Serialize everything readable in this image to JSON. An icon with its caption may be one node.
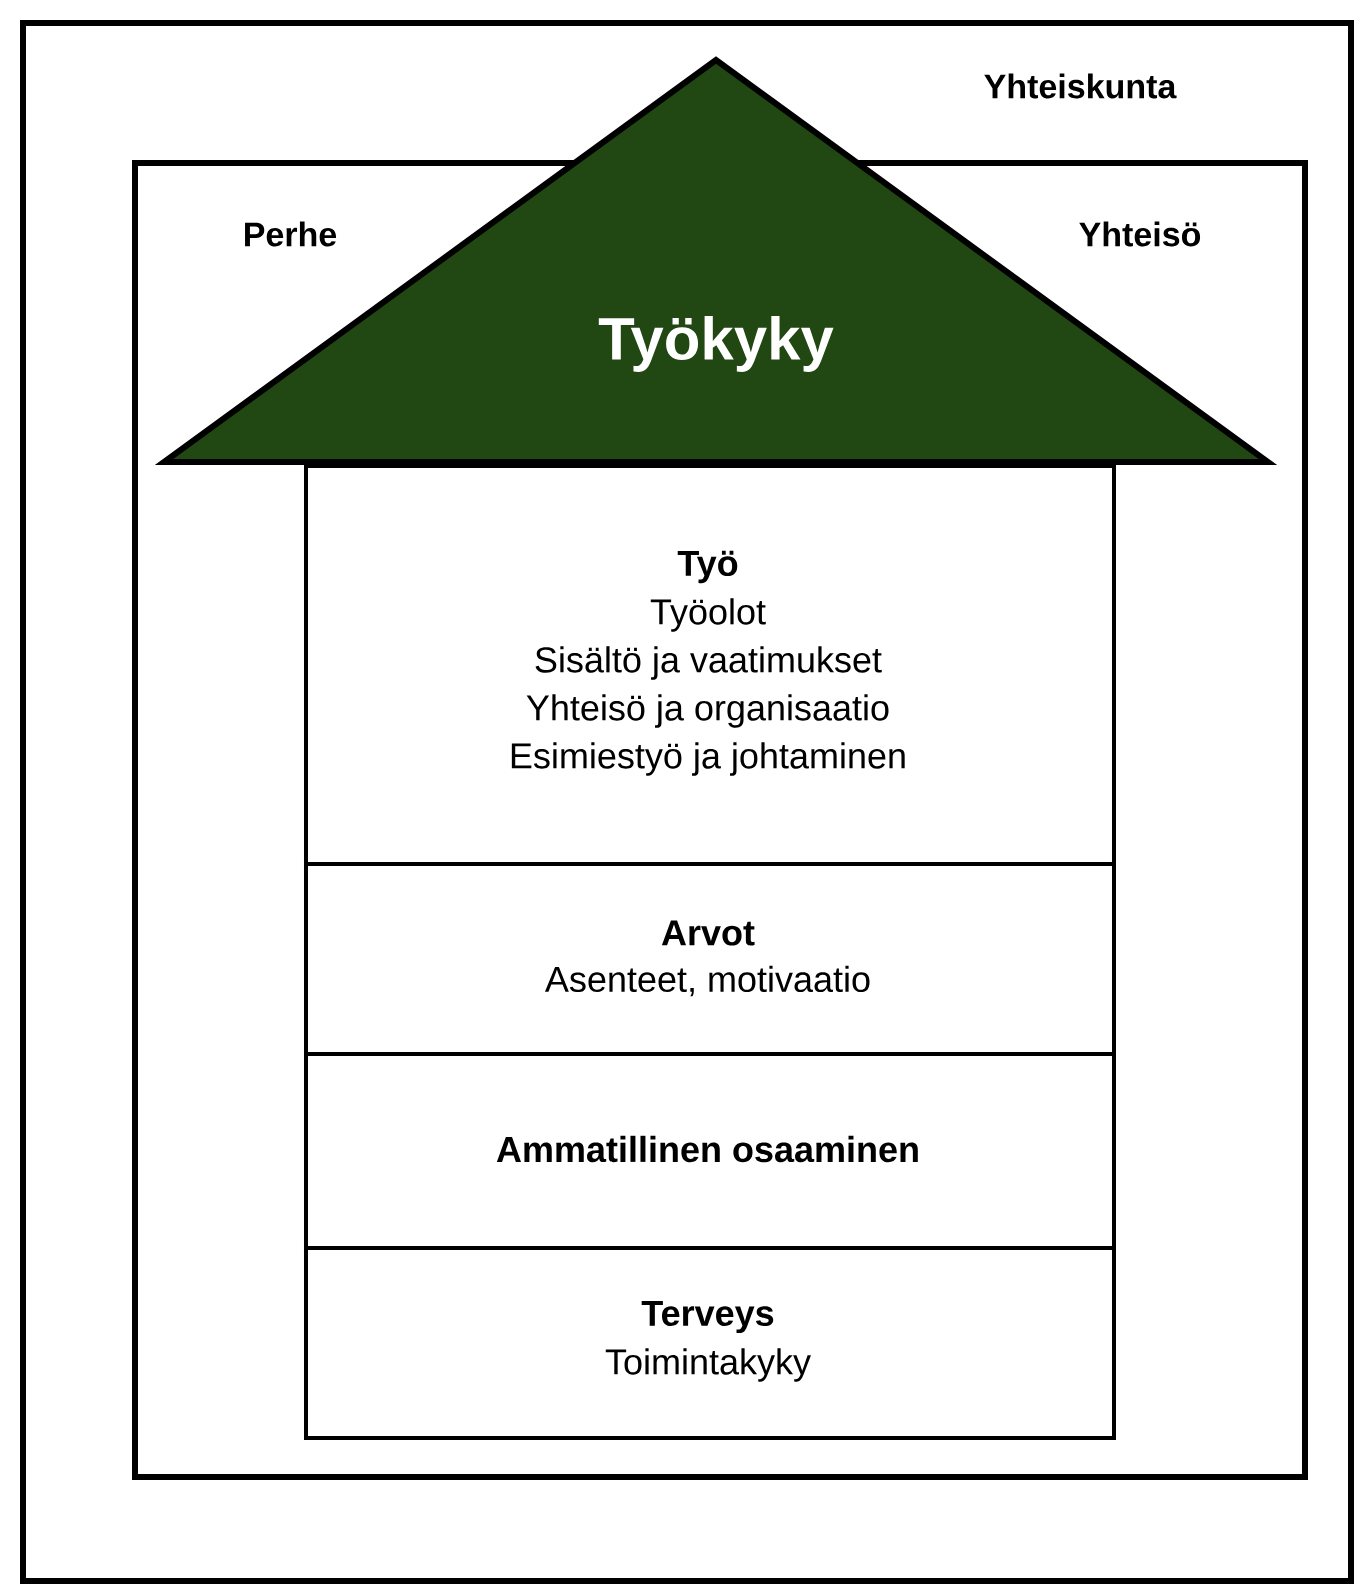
{
  "diagram": {
    "nodes": [
      {
        "text": [
          "Yhteiskunta"
        ]
      },
      {
        "text": [
          "Perhe",
          "Yhteisö"
        ],
        "in": 0
      },
      {
        "text": [
          "Työkyky"
        ],
        "in": 0
      },
      {
        "text": [
          "Työ",
          "Työolot",
          "Sisältö ja vaatimukset",
          "Yhteisö ja organisaatio",
          "Esimiestyö ja johtaminen"
        ],
        "in": 1
      },
      {
        "text": [
          "Arvot",
          "Asenteet, motivaatio"
        ],
        "in": 1
      },
      {
        "text": [
          "Ammatillinen osaaminen"
        ],
        "in": 1
      },
      {
        "text": [
          "Terveys",
          "Toimintakyky"
        ],
        "in": 1
      }
    ]
  }
}
